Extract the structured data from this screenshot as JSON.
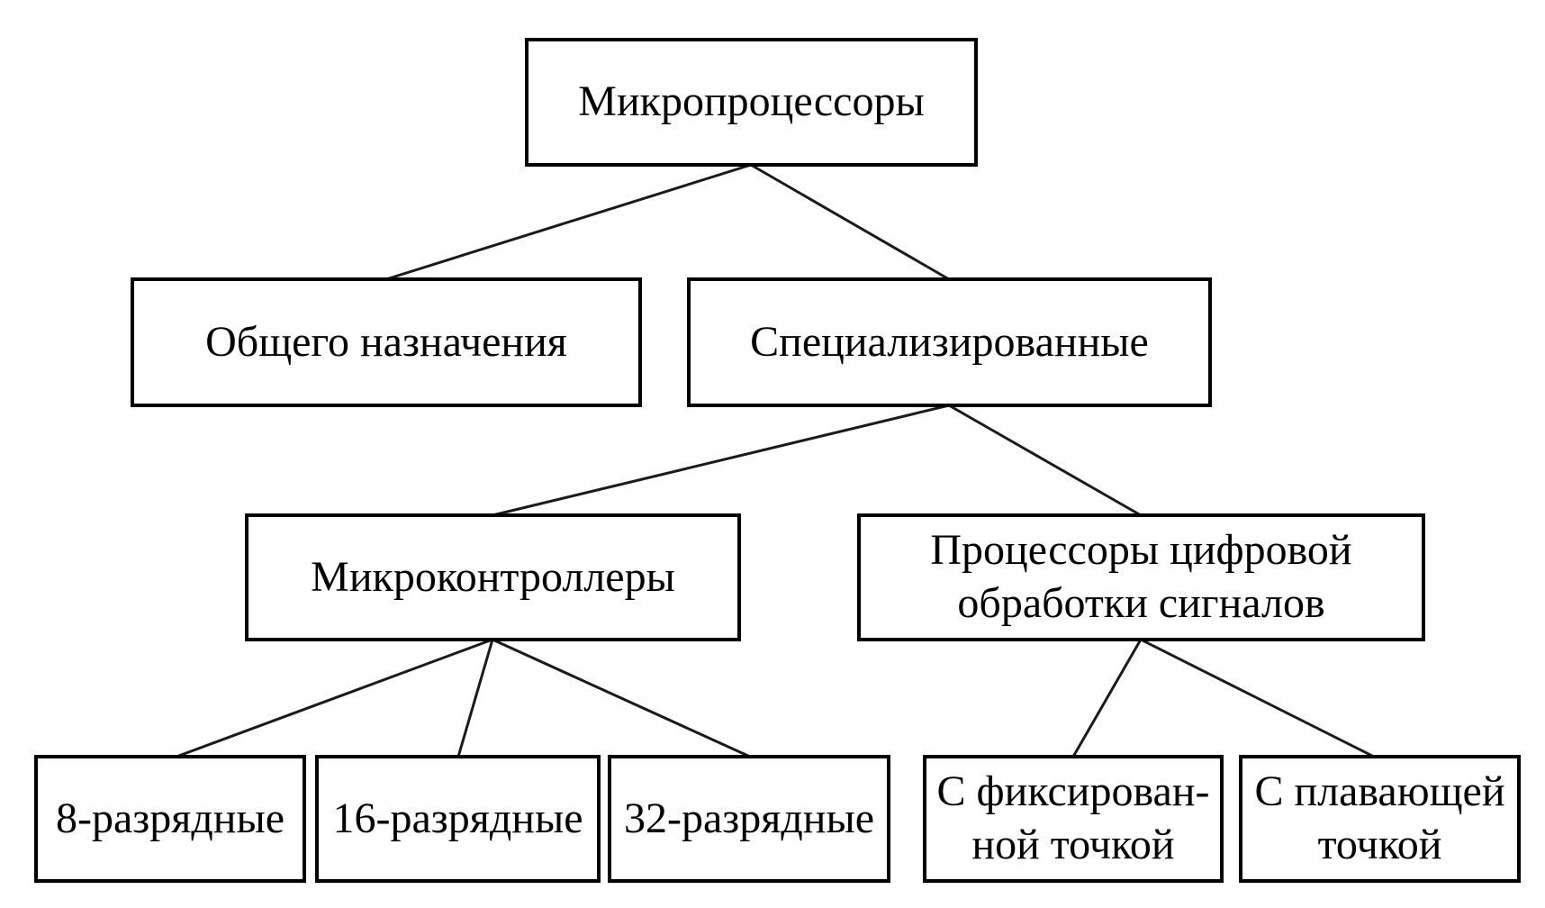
{
  "diagram": {
    "colors": {
      "background": "#ffffff",
      "box_border": "#000000",
      "text": "#000000",
      "connector_line": "#1a1a1a"
    },
    "nodes": {
      "root": {
        "label": "Микропроцессоры"
      },
      "general": {
        "label": "Общего назначения"
      },
      "special": {
        "label": "Специализированные"
      },
      "micro": {
        "label": "Микроконтроллеры"
      },
      "dsp": {
        "label": "Процессоры цифровой\nобработки сигналов"
      },
      "bit8": {
        "label": "8-разрядные"
      },
      "bit16": {
        "label": "16-разрядные"
      },
      "bit32": {
        "label": "32-разрядные"
      },
      "fixed": {
        "label": "С фиксирован-\nной точкой"
      },
      "floating": {
        "label": "С плавающей\nточкой"
      }
    },
    "edges": [
      {
        "from": "root",
        "to": "general"
      },
      {
        "from": "root",
        "to": "special"
      },
      {
        "from": "special",
        "to": "micro"
      },
      {
        "from": "special",
        "to": "dsp"
      },
      {
        "from": "micro",
        "to": "bit8"
      },
      {
        "from": "micro",
        "to": "bit16"
      },
      {
        "from": "micro",
        "to": "bit32"
      },
      {
        "from": "dsp",
        "to": "fixed"
      },
      {
        "from": "dsp",
        "to": "floating"
      }
    ]
  }
}
